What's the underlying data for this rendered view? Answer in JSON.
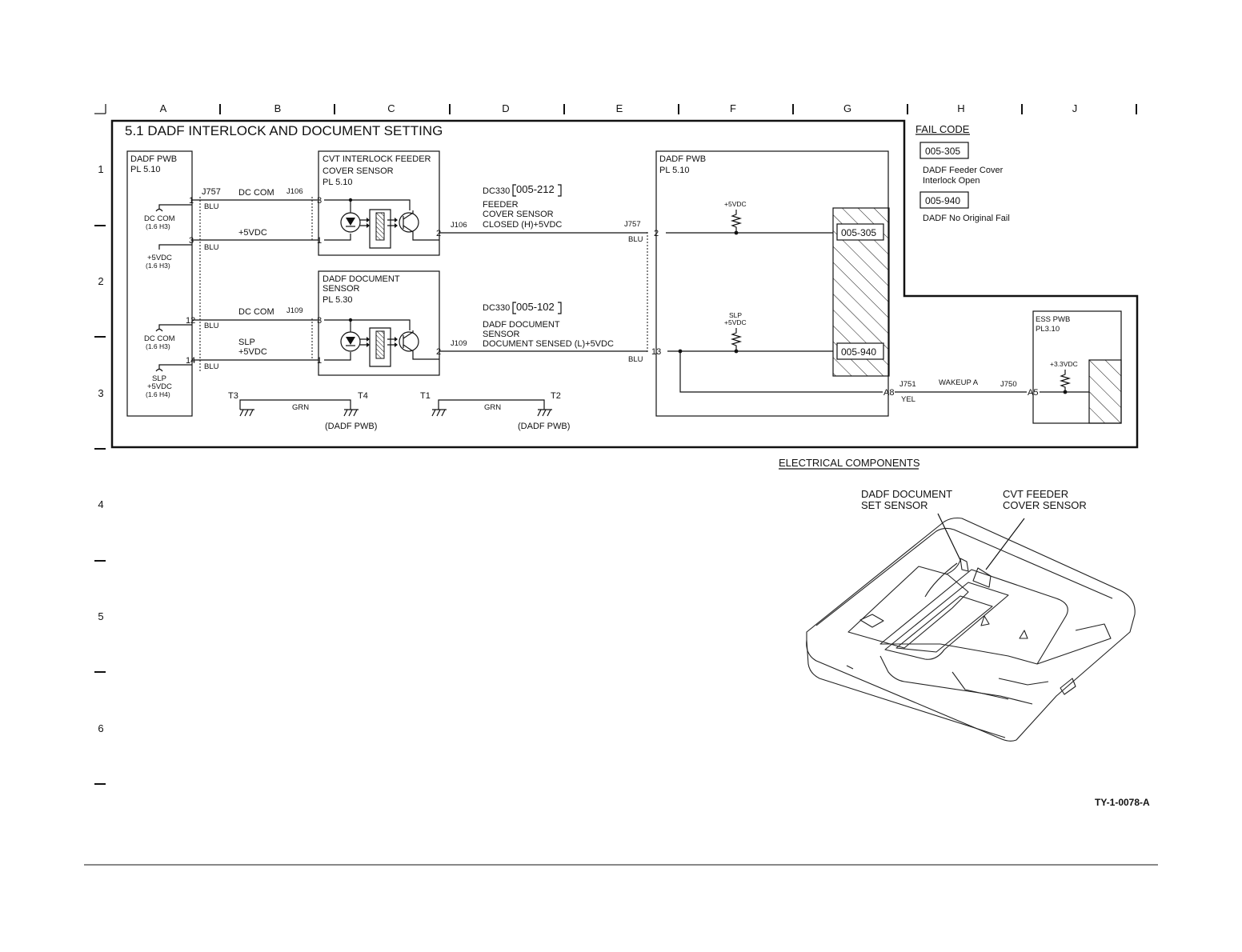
{
  "grid": {
    "columns": [
      "A",
      "B",
      "C",
      "D",
      "E",
      "F",
      "G",
      "H",
      "J"
    ],
    "rows": [
      "1",
      "2",
      "3",
      "4",
      "5",
      "6"
    ]
  },
  "title": "5.1 DADF INTERLOCK AND DOCUMENT SETTING",
  "fail_code": {
    "heading": "FAIL CODE",
    "codes": [
      {
        "code": "005-305",
        "desc_line1": "DADF Feeder Cover",
        "desc_line2": "Interlock Open"
      },
      {
        "code": "005-940",
        "desc_line1": "DADF No Original Fail",
        "desc_line2": ""
      }
    ]
  },
  "dadf_pwb_left": {
    "name": "DADF  PWB",
    "pl": "PL 5.10",
    "pins": [
      "1",
      "3",
      "12",
      "14"
    ],
    "sig1_line1": "DC COM",
    "sig1_line2": "(1.6 H3)",
    "sig2_line1": "+5VDC",
    "sig2_line2": "(1.6 H3)",
    "sig3_line1": "DC COM",
    "sig3_line2": "(1.6 H3)",
    "sig4_line1": "SLP",
    "sig4_line2": "+5VDC",
    "sig4_line3": "(1.6 H4)"
  },
  "wires": {
    "j757": "J757",
    "j106": "J106",
    "j109": "J109",
    "dc_com": "DC COM",
    "p5vdc": "+5VDC",
    "slp": "SLP",
    "blu": "BLU",
    "yel": "YEL",
    "grn": "GRN"
  },
  "cvt_sensor": {
    "line1": "CVT INTERLOCK FEEDER",
    "line2": "COVER  SENSOR",
    "line3": "PL 5.10",
    "pins": [
      "3",
      "1",
      "2"
    ]
  },
  "doc_sensor": {
    "line1": "DADF DOCUMENT",
    "line2": "SENSOR",
    "line3": "PL 5.30",
    "pins": [
      "3",
      "1",
      "2"
    ]
  },
  "signal1": {
    "dc": "DC330",
    "code": "005-212",
    "line1": "FEEDER",
    "line2": "COVER SENSOR",
    "line3": "CLOSED (H)+5VDC"
  },
  "signal2": {
    "dc": "DC330",
    "code": "005-102",
    "line1": "DADF DOCUMENT",
    "line2": "SENSOR",
    "line3": "DOCUMENT SENSED (L)+5VDC"
  },
  "dadf_pwb_right": {
    "name": "DADF PWB",
    "pl": "PL 5.10",
    "pin2": "2",
    "pin13": "13",
    "pinA8": "A8",
    "pullup1": "+5VDC",
    "pullup2_line1": "SLP",
    "pullup2_line2": "+5VDC",
    "box1": "005-305",
    "box2": "005-940"
  },
  "wakeup": {
    "j751": "J751",
    "label": "WAKEUP A",
    "j750": "J750",
    "a5": "A5"
  },
  "ess_pwb": {
    "name": "ESS PWB",
    "pl": "PL3.10",
    "v": "+3.3VDC"
  },
  "grounds": {
    "t3": "T3",
    "t4": "T4",
    "t1": "T1",
    "t2": "T2",
    "dadf_pwb_note": "(DADF PWB)"
  },
  "components": {
    "heading": "ELECTRICAL COMPONENTS",
    "doc_set_line1": "DADF DOCUMENT",
    "doc_set_line2": "SET SENSOR",
    "cvt_line1": "CVT FEEDER",
    "cvt_line2": "COVER SENSOR"
  },
  "figure_id": "TY-1-0078-A"
}
